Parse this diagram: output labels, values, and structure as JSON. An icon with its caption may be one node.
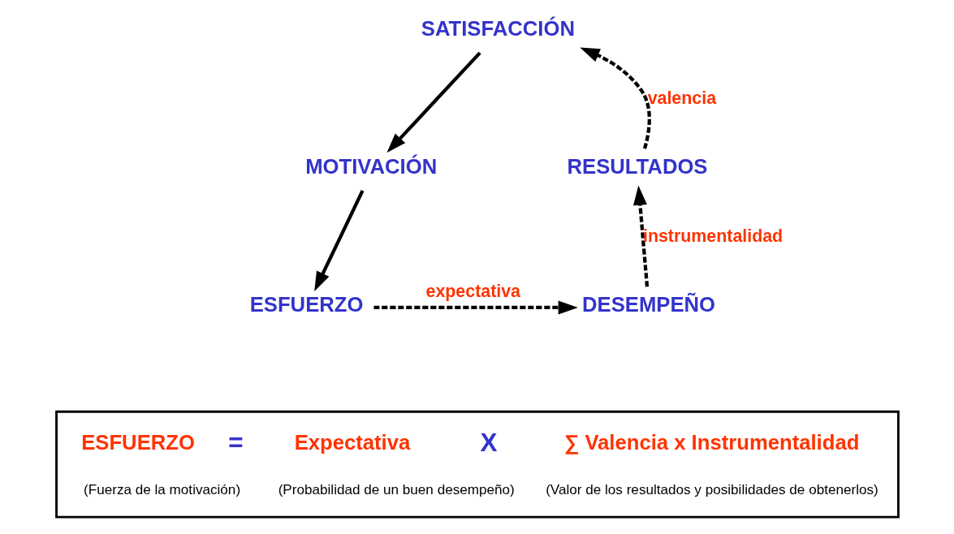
{
  "diagram": {
    "nodes": [
      {
        "text": [
          "SATISFACCIÓN"
        ]
      },
      {
        "text": [
          "MOTIVACIÓN"
        ]
      },
      {
        "text": [
          "ESFUERZO"
        ]
      },
      {
        "text": [
          "DESEMPEÑO"
        ]
      },
      {
        "text": [
          "RESULTADOS"
        ]
      },
      {
        "text": [
          "ESFUERZO",
          "=",
          "Expectativa",
          "X",
          "∑ Valencia x Instrumentalidad",
          "(Fuerza de la motivación)",
          "(Probabilidad de un buen desempeño)",
          "(Valor de los resultados y posibilidades de obtenerlos)"
        ]
      }
    ],
    "edges": [
      {
        "from": 0,
        "to": 1,
        "arrow": "to"
      },
      {
        "from": 1,
        "to": 2,
        "arrow": "to"
      },
      {
        "from": 2,
        "to": 3,
        "arrow": "to",
        "label": "expectativa",
        "style": "dashed"
      },
      {
        "from": 3,
        "to": 4,
        "arrow": "to",
        "label": "instrumentalidad",
        "style": "dashed"
      },
      {
        "from": 4,
        "to": 0,
        "arrow": "to",
        "label": "valencia",
        "style": "dashed"
      }
    ]
  }
}
